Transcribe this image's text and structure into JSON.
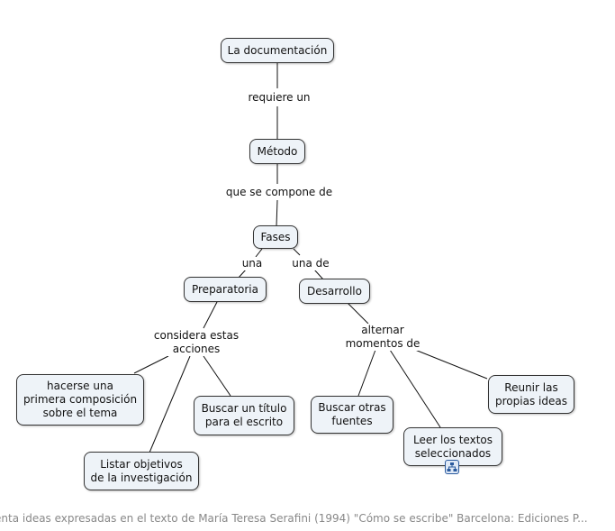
{
  "concept_map": {
    "nodes": {
      "documentacion": "La documentación",
      "metodo": "Método",
      "fases": "Fases",
      "preparatoria": "Preparatoria",
      "desarrollo": "Desarrollo",
      "hacerse": "hacerse una\nprimera composición\nsobre el tema",
      "listar": "Listar objetivos\nde la investigación",
      "buscar_titulo": "Buscar un título\npara el escrito",
      "buscar_fuentes": "Buscar otras\nfuentes",
      "leer": "Leer  los textos\nseleccionados",
      "reunir": "Reunir las\npropias ideas"
    },
    "links": {
      "requiere": "requiere un",
      "compone": "que se compone de",
      "una": "una",
      "una_de": "una de",
      "considera": "considera estas\nacciones",
      "alternar": "alternar\nmomentos de"
    },
    "icons": {
      "resource": "concept-map-resource-icon"
    }
  },
  "caption": "enta ideas expresadas en el texto de María Teresa Serafini (1994) \"Cómo se escribe\" Barcelona: Ediciones P..."
}
